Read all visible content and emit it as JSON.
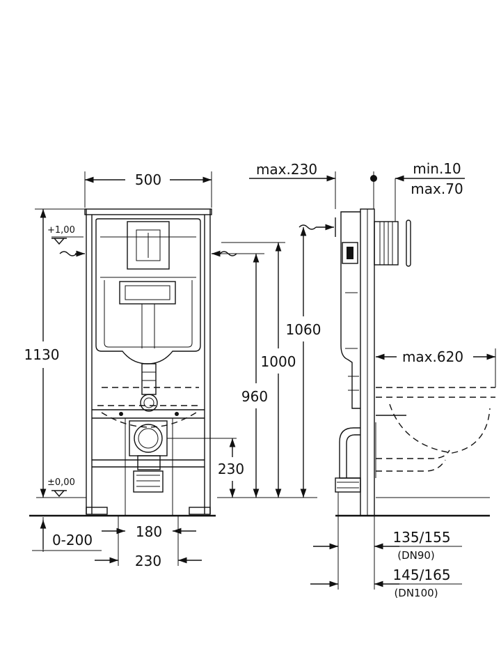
{
  "front_view": {
    "width_total": "500",
    "level_top": "+1,00",
    "level_floor": "±0,00",
    "height_total": "1130",
    "height_960": "960",
    "height_1000": "1000",
    "height_230": "230",
    "offset_range": "0-200",
    "spacing_180": "180",
    "spacing_230": "230"
  },
  "side_view": {
    "max_230": "max.230",
    "min_10": "min.10",
    "max_70": "max.70",
    "height_1060": "1060",
    "max_620": "max.620",
    "dn90_size": "135/155",
    "dn90_label": "(DN90)",
    "dn100_size": "145/165",
    "dn100_label": "(DN100)"
  }
}
